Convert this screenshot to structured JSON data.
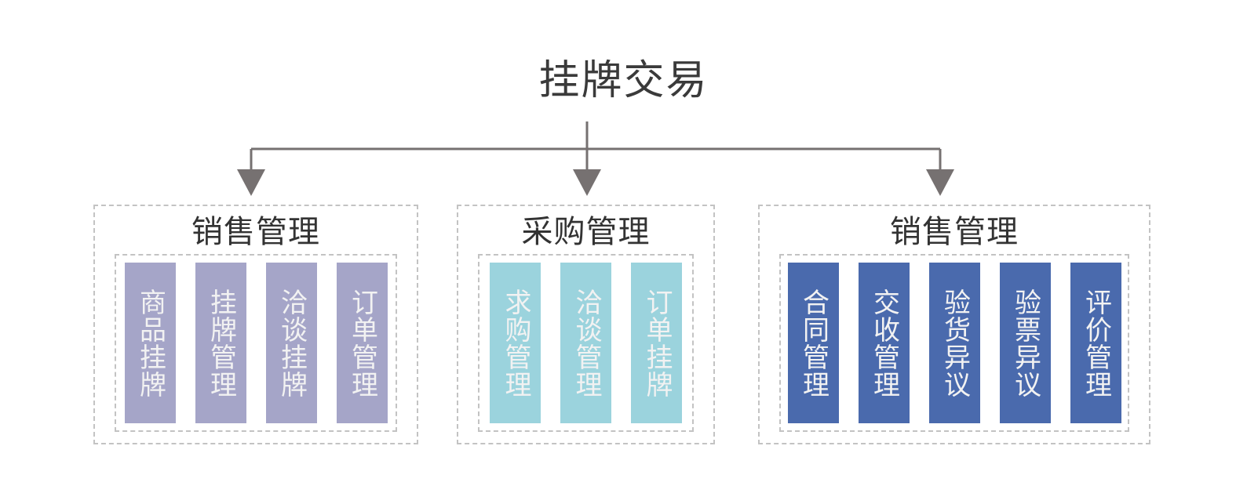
{
  "diagram": {
    "root": {
      "title": "挂牌交易"
    },
    "connector": {
      "color": "#767171",
      "arrow_icon": "down-arrow-icon"
    },
    "groups": [
      {
        "title": "销售管理",
        "color": "#a5a5c8",
        "items": [
          {
            "label": "商品挂牌"
          },
          {
            "label": "挂牌管理"
          },
          {
            "label": "洽谈挂牌"
          },
          {
            "label": "订单管理"
          }
        ]
      },
      {
        "title": "采购管理",
        "color": "#9bd3dd",
        "items": [
          {
            "label": "求购管理"
          },
          {
            "label": "洽谈管理"
          },
          {
            "label": "订单挂牌"
          }
        ]
      },
      {
        "title": "销售管理",
        "color": "#4a6aad",
        "items": [
          {
            "label": "合同管理"
          },
          {
            "label": "交收管理"
          },
          {
            "label": "验货异议"
          },
          {
            "label": "验票异议"
          },
          {
            "label": "评价管理"
          }
        ]
      }
    ]
  }
}
